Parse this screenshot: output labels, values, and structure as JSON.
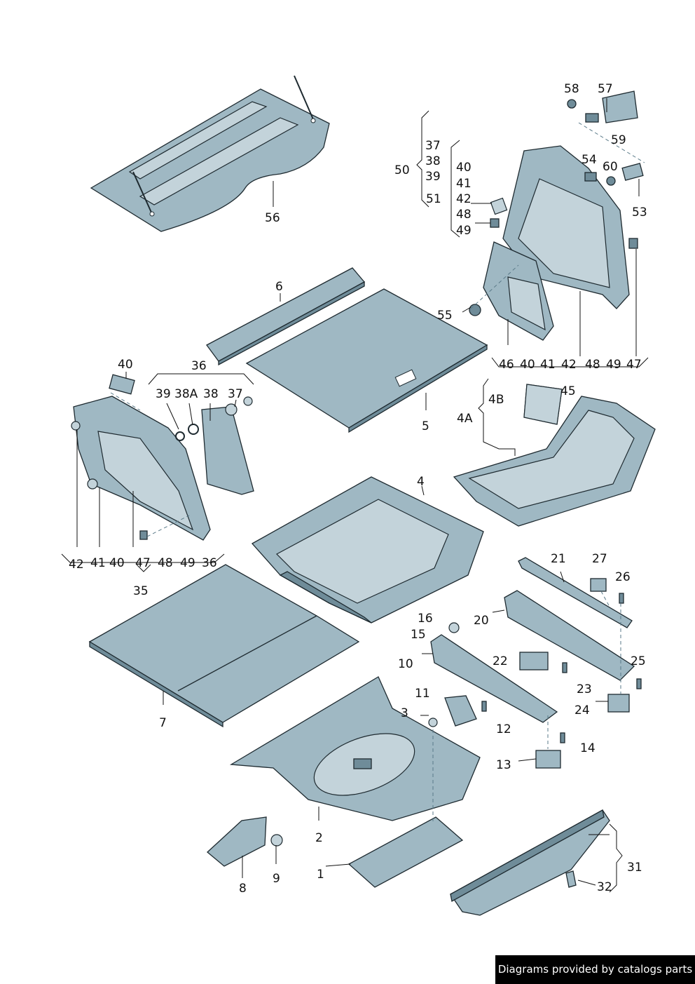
{
  "callouts": {
    "c1": "1",
    "c2": "2",
    "c3": "3",
    "c4": "4",
    "c4a": "4A",
    "c4b": "4B",
    "c5": "5",
    "c6": "6",
    "c7": "7",
    "c8": "8",
    "c9": "9",
    "c10": "10",
    "c11": "11",
    "c12": "12",
    "c13": "13",
    "c14": "14",
    "c15": "15",
    "c16": "16",
    "c20": "20",
    "c21": "21",
    "c22": "22",
    "c23": "23",
    "c24": "24",
    "c25": "25",
    "c26": "26",
    "c27": "27",
    "c31": "31",
    "c32": "32",
    "c35": "35",
    "c36": "36",
    "c37": "37",
    "c38": "38",
    "c38a": "38A",
    "c39": "39",
    "c40": "40",
    "c41": "41",
    "c42": "42",
    "c45": "45",
    "c46": "46",
    "c47": "47",
    "c48": "48",
    "c49": "49",
    "c50": "50",
    "c51": "51",
    "c53": "53",
    "c54": "54",
    "c55": "55",
    "c56": "56",
    "c57": "57",
    "c58": "58",
    "c59": "59",
    "c60": "60"
  },
  "colors": {
    "part_fill": "#9fb8c3",
    "part_dark": "#6f8c99",
    "outline": "#1e2a30"
  },
  "credit": "Diagrams provided by catalogs parts"
}
